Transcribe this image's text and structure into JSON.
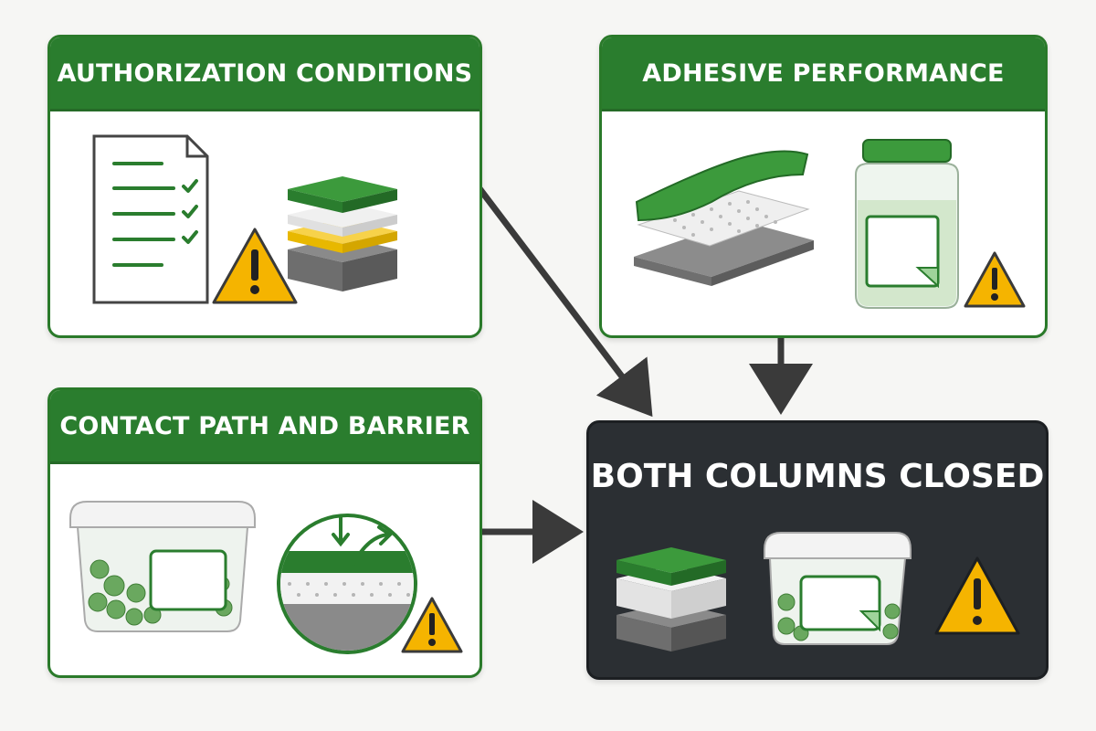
{
  "panels": {
    "authorization": {
      "title": "AUTHORIZATION CONDITIONS"
    },
    "adhesive": {
      "title": "ADHESIVE PERFORMANCE"
    },
    "contact": {
      "title": "CONTACT PATH AND BARRIER"
    },
    "closed": {
      "title": "BOTH COLUMNS CLOSED"
    }
  },
  "colors": {
    "green": "#2a7d2e",
    "warning": "#f5b400",
    "dark": "#2b2f33"
  },
  "icons": [
    "document-checklist-icon",
    "warning-icon",
    "layer-stack-icon",
    "adhesive-sheet-icon",
    "jar-icon",
    "container-icon",
    "magnified-barrier-icon",
    "arrow-icon"
  ]
}
